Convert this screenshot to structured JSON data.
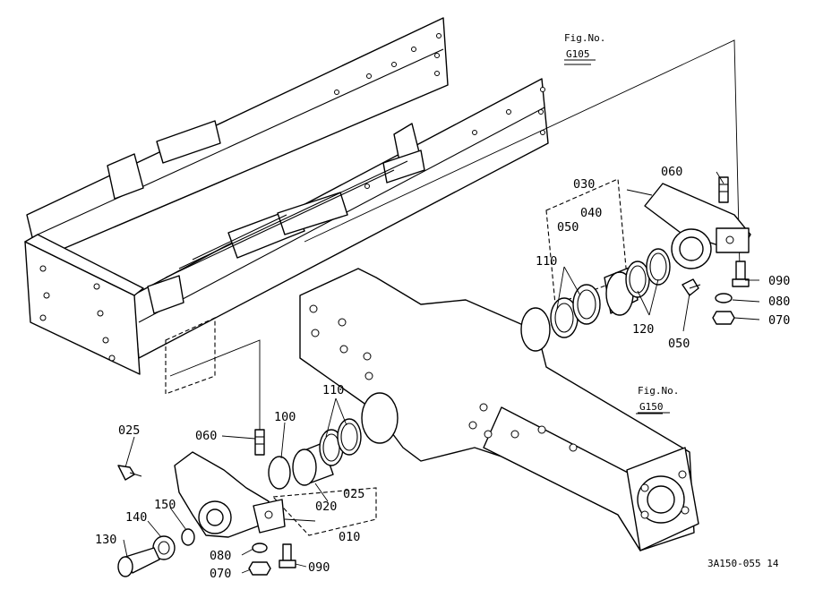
{
  "figure_refs": {
    "frame": {
      "line1": "Fig.No.",
      "line2": "G105"
    },
    "axle": {
      "line1": "Fig.No.",
      "line2": "G150"
    }
  },
  "part_labels": {
    "p010": "010",
    "p020": "020",
    "p025_left": "025",
    "p025_set": "025",
    "p030": "030",
    "p040": "040",
    "p050_top": "050",
    "p050_fitting": "050",
    "p060_left": "060",
    "p060_right": "060",
    "p070_left": "070",
    "p070_right": "070",
    "p080_left": "080",
    "p080_right": "080",
    "p090_left": "090",
    "p090_right": "090",
    "p100": "100",
    "p110_left": "110",
    "p110_right": "110",
    "p120": "120",
    "p130": "130",
    "p140": "140",
    "p150": "150"
  },
  "drawing_number": "3A150-055 14"
}
